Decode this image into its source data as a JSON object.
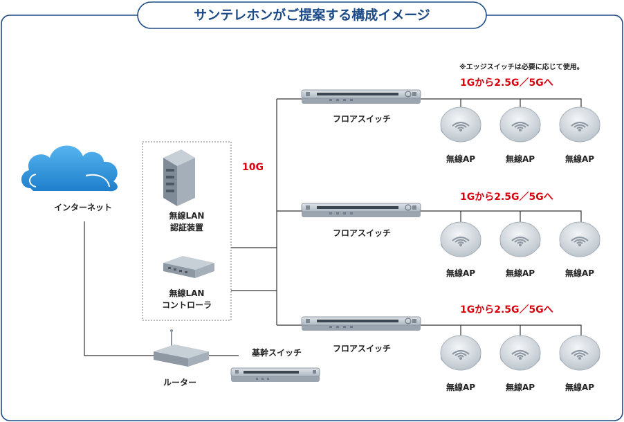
{
  "title": "サンテレホンがご提案する構成イメージ",
  "note": "※エッジスイッチは必要に応じて使用。",
  "internet_label": "インターネット",
  "auth_label": [
    "無線LAN",
    "認証装置"
  ],
  "controller_label": [
    "無線LAN",
    "コントローラ"
  ],
  "router_label": "ルーター",
  "core_switch_label": "基幹スイッチ",
  "uplink_speed": "10G",
  "floor_switches": [
    {
      "label": "フロアスイッチ",
      "speed": "1Gから2.5G／5Gへ",
      "aps": [
        "無線AP",
        "無線AP",
        "無線AP"
      ]
    },
    {
      "label": "フロアスイッチ",
      "speed": "1Gから2.5G／5Gへ",
      "aps": [
        "無線AP",
        "無線AP",
        "無線AP"
      ]
    },
    {
      "label": "フロアスイッチ",
      "speed": "1Gから2.5G／5Gへ",
      "aps": [
        "無線AP",
        "無線AP",
        "無線AP"
      ]
    }
  ],
  "colors": {
    "frame": "#1c4a86",
    "title": "#1c4a86",
    "accent_red": "#d9000d",
    "cloud": "#2e8fd6",
    "device": "#8d9aa6"
  }
}
